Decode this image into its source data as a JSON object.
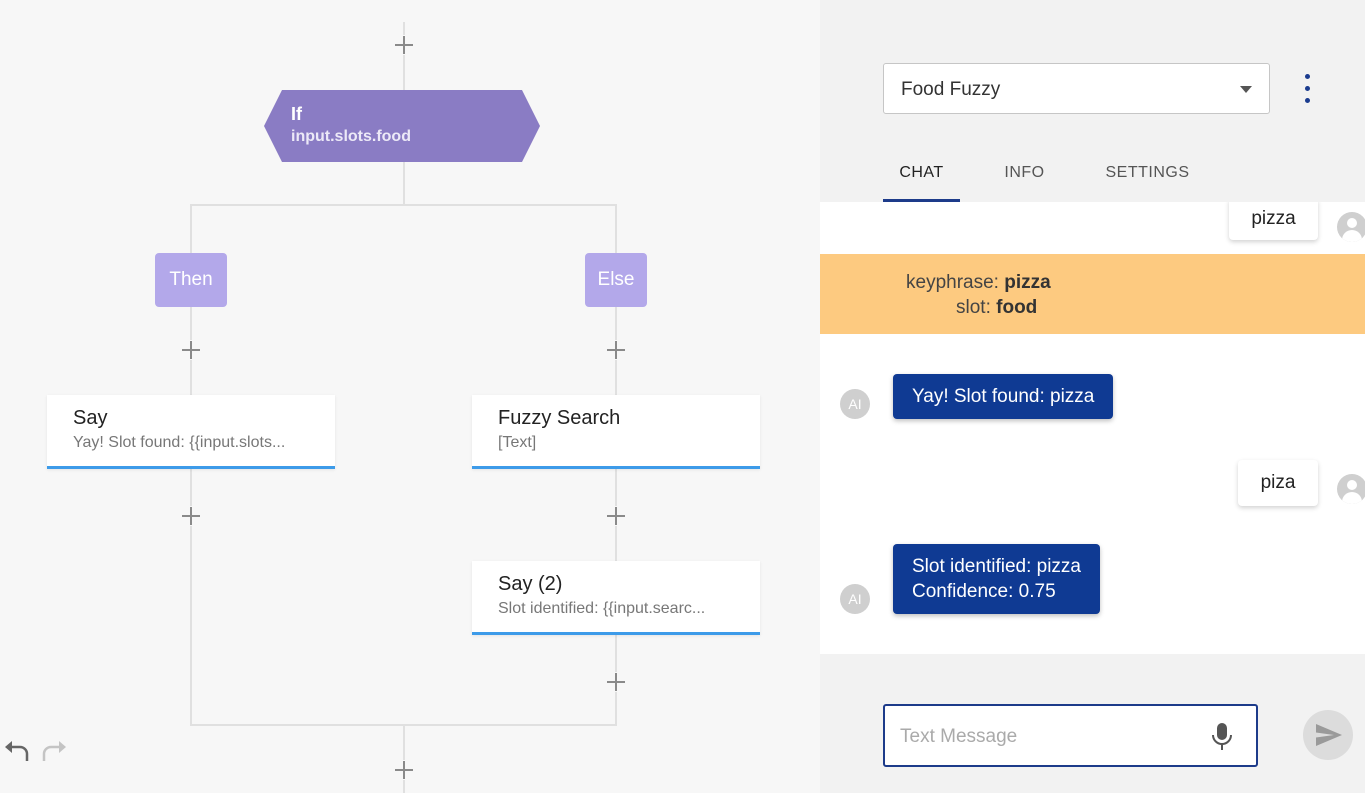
{
  "flow": {
    "if_node": {
      "title": "If",
      "condition": "input.slots.food"
    },
    "then_label": "Then",
    "else_label": "Else",
    "say_card": {
      "title": "Say",
      "subtitle": "Yay! Slot found: {{input.slots..."
    },
    "fuzzy_card": {
      "title": "Fuzzy Search",
      "subtitle": "[Text]"
    },
    "say2_card": {
      "title": "Say (2)",
      "subtitle": "Slot identified: {{input.searc..."
    }
  },
  "panel": {
    "bot_select": {
      "value": "Food Fuzzy"
    },
    "tabs": [
      {
        "label": "CHAT"
      },
      {
        "label": "INFO"
      },
      {
        "label": "SETTINGS"
      }
    ],
    "messages": {
      "user1": "pizza",
      "nlu_keyphrase_label": "keyphrase:",
      "nlu_keyphrase_value": "pizza",
      "nlu_slot_label": "slot:",
      "nlu_slot_value": "food",
      "bot_avatar": "AI",
      "bot1": "Yay! Slot found: pizza",
      "user2": "piza",
      "bot2_line1": "Slot identified: pizza",
      "bot2_line2": "Confidence: 0.75"
    },
    "input": {
      "placeholder": "Text Message",
      "value": ""
    }
  },
  "colors": {
    "if_node": "#8a7cc4",
    "branch": "#b3a8ea",
    "card_accent": "#3d9be9",
    "bot_bubble": "#0f3a93",
    "nlu_banner": "#fdca80"
  }
}
